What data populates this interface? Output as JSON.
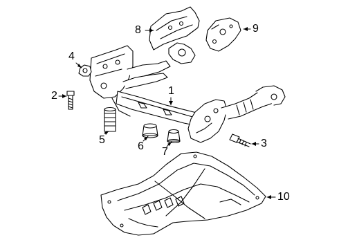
{
  "diagram": {
    "type": "exploded-parts-diagram",
    "callouts": [
      {
        "id": "c1",
        "label": "1",
        "part": "subframe-crossmember"
      },
      {
        "id": "c2",
        "label": "2",
        "part": "bolt"
      },
      {
        "id": "c3",
        "label": "3",
        "part": "bolt"
      },
      {
        "id": "c4",
        "label": "4",
        "part": "nut"
      },
      {
        "id": "c5",
        "label": "5",
        "part": "bushing-sleeve"
      },
      {
        "id": "c6",
        "label": "6",
        "part": "bushing"
      },
      {
        "id": "c7",
        "label": "7",
        "part": "bushing"
      },
      {
        "id": "c8",
        "label": "8",
        "part": "bracket"
      },
      {
        "id": "c9",
        "label": "9",
        "part": "bracket-plate"
      },
      {
        "id": "c10",
        "label": "10",
        "part": "underbody-shield"
      }
    ]
  }
}
